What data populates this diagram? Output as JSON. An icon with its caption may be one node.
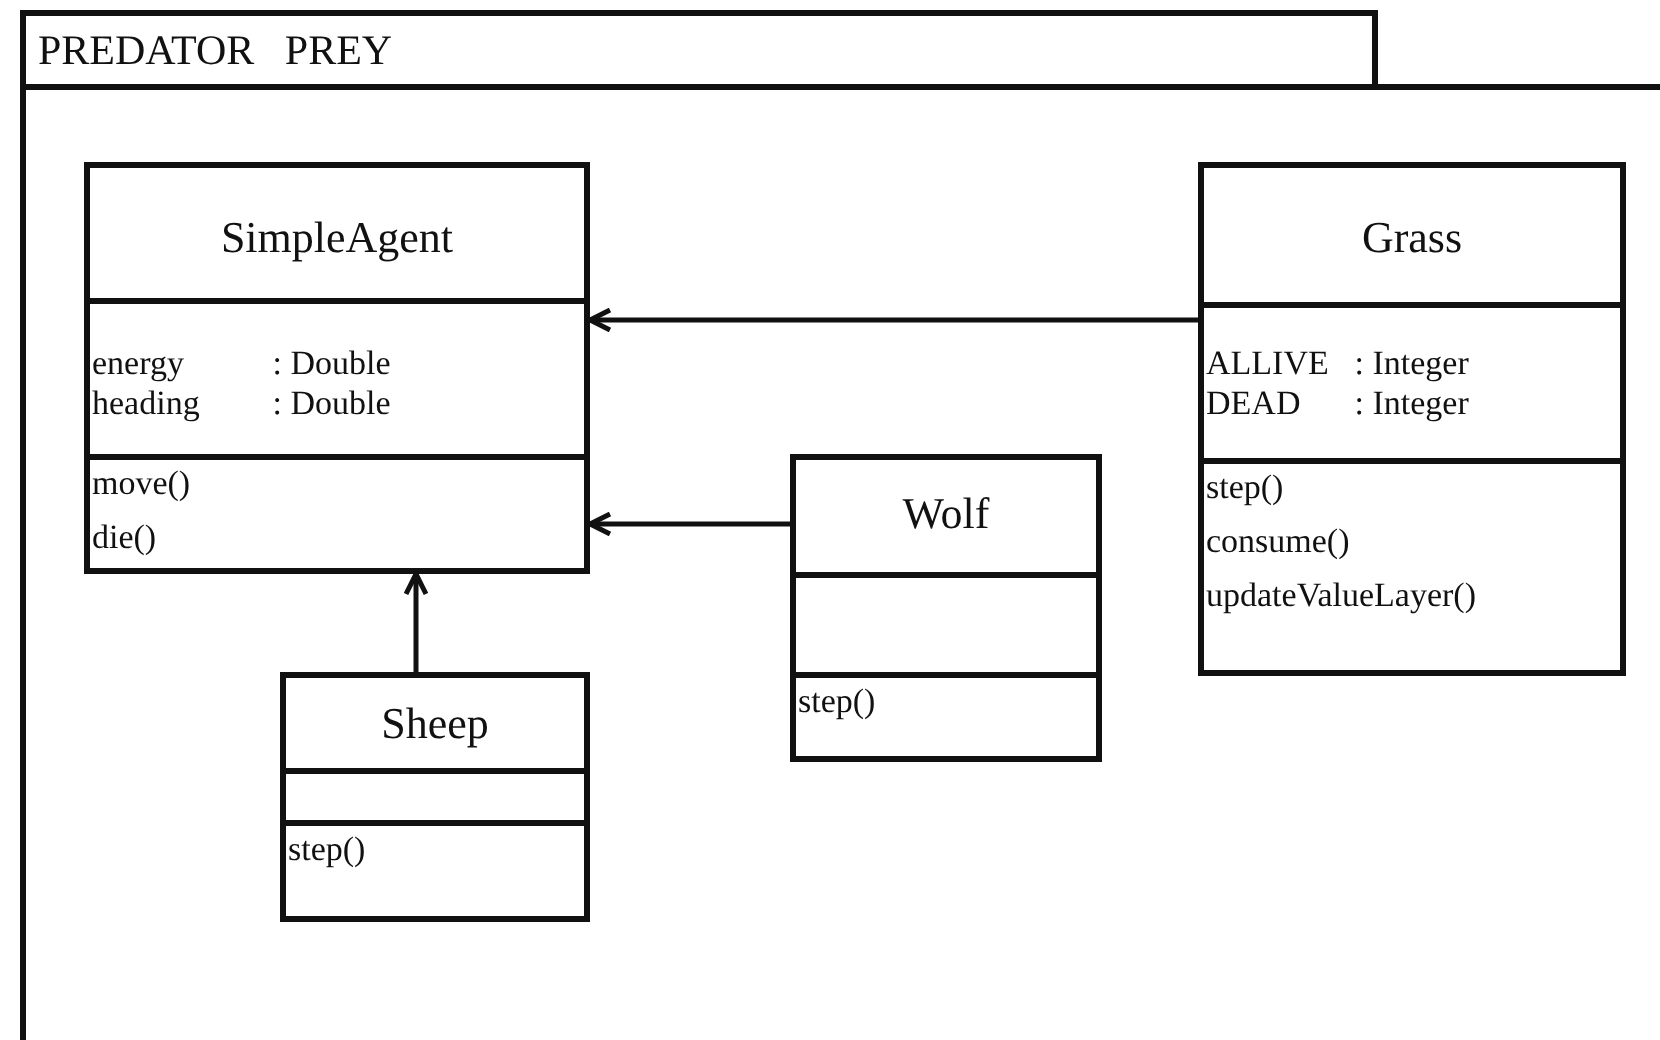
{
  "diagram": {
    "nodes": [
      {
        "text": [
          "PREDATOR PREY"
        ]
      },
      {
        "text": [
          "SimpleAgent"
        ],
        "in": 0
      },
      {
        "text": [
          "energy : Double",
          "heading : Double"
        ],
        "in": 1
      },
      {
        "text": [
          "move()",
          "die()"
        ],
        "in": 1
      },
      {
        "text": [
          "Grass"
        ],
        "in": 0
      },
      {
        "text": [
          "ALLIVE : Integer",
          "DEAD : Integer"
        ],
        "in": 4
      },
      {
        "text": [
          "step()",
          "consume()",
          "updateValueLayer()"
        ],
        "in": 4
      },
      {
        "text": [
          "Wolf"
        ],
        "in": 0
      },
      {
        "text": [],
        "shape": "box",
        "in": 7
      },
      {
        "text": [
          "step()"
        ],
        "in": 7
      },
      {
        "text": [
          "Sheep"
        ],
        "in": 0
      },
      {
        "text": [],
        "shape": "box",
        "in": 10
      },
      {
        "text": [
          "step()"
        ],
        "in": 10
      }
    ],
    "edges": [
      {
        "from": 4,
        "to": 1,
        "arrow": "to"
      },
      {
        "from": 7,
        "to": 1,
        "arrow": "to"
      },
      {
        "from": 10,
        "to": 1,
        "arrow": "to"
      }
    ]
  }
}
